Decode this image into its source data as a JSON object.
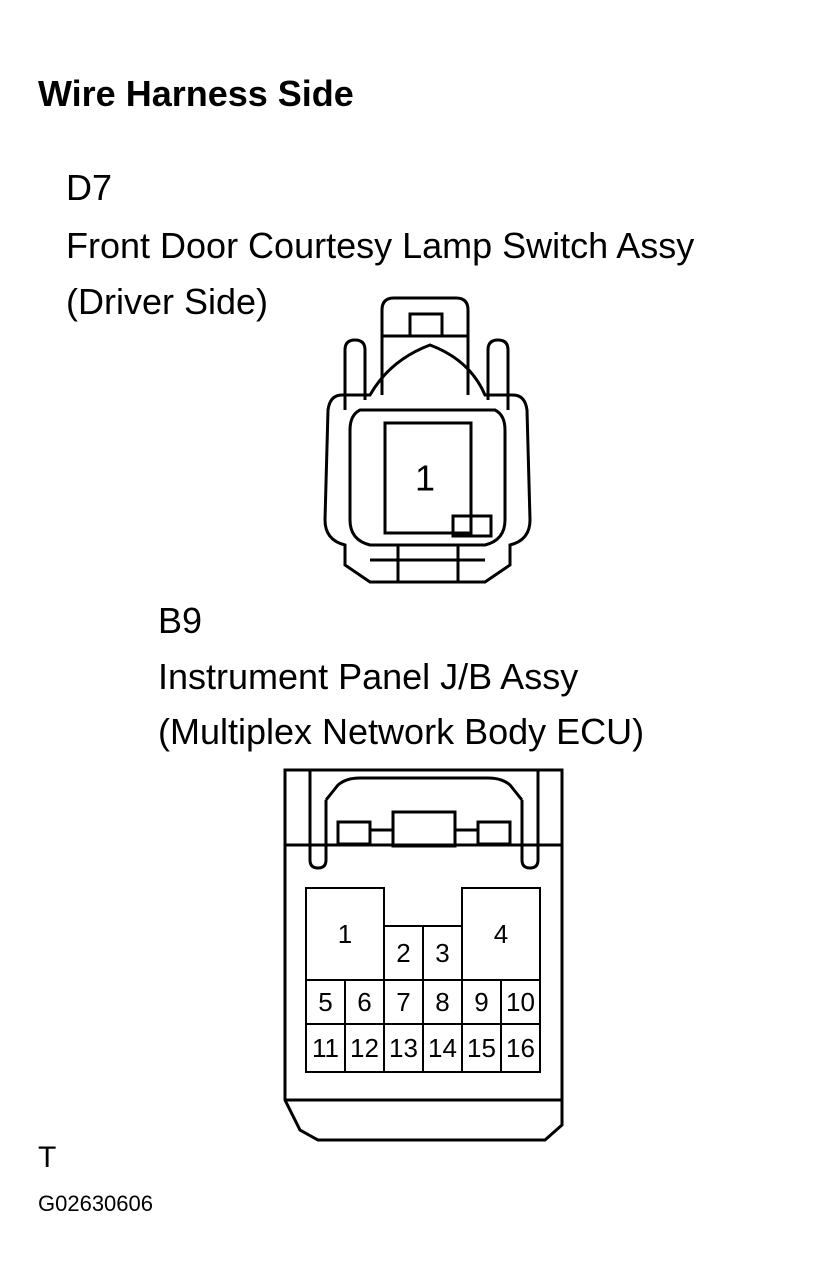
{
  "heading": "Wire Harness Side",
  "connectors": {
    "d7": {
      "id": "D7",
      "name": "Front Door Courtesy Lamp Switch Assy",
      "side": "(Driver Side)",
      "pins": [
        "1"
      ]
    },
    "b9": {
      "id": "B9",
      "name": "Instrument Panel J/B Assy",
      "sub": "(Multiplex Network Body ECU)",
      "pins": [
        "1",
        "2",
        "3",
        "4",
        "5",
        "6",
        "7",
        "8",
        "9",
        "10",
        "11",
        "12",
        "13",
        "14",
        "15",
        "16"
      ]
    }
  },
  "footer": {
    "letter": "T",
    "figure_code": "G02630606"
  }
}
